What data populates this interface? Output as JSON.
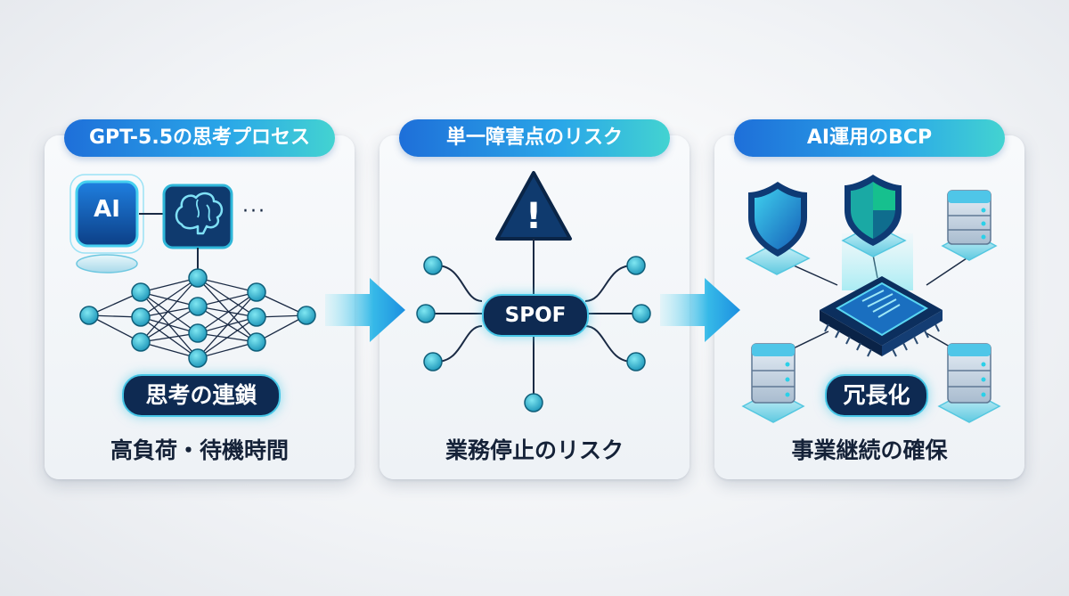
{
  "panels": [
    {
      "title": "GPT-5.5の思考プロセス",
      "tag": "思考の連鎖",
      "caption": "高負荷・待機時間",
      "icon_text": "AI",
      "ellipsis": "···"
    },
    {
      "title": "単一障害点のリスク",
      "tag": "SPOF",
      "caption": "業務停止のリスク",
      "warning_symbol": "!"
    },
    {
      "title": "AI運用のBCP",
      "tag": "冗長化",
      "caption": "事業継続の確保"
    }
  ],
  "icons": {
    "panel1": [
      "ai-chip-icon",
      "brain-icon",
      "neural-network-icon"
    ],
    "panel2": [
      "warning-triangle-icon",
      "hub-network-icon"
    ],
    "panel3": [
      "shield-icon",
      "shield-icon",
      "server-icon",
      "server-icon",
      "server-icon",
      "processor-chip-icon"
    ],
    "connectors": [
      "arrow-right-icon",
      "arrow-right-icon"
    ]
  },
  "colors": {
    "accent_blue": "#1e6fd9",
    "accent_cyan": "#43d3d1",
    "navy": "#0e2a52",
    "node": "#2aa7c9"
  }
}
